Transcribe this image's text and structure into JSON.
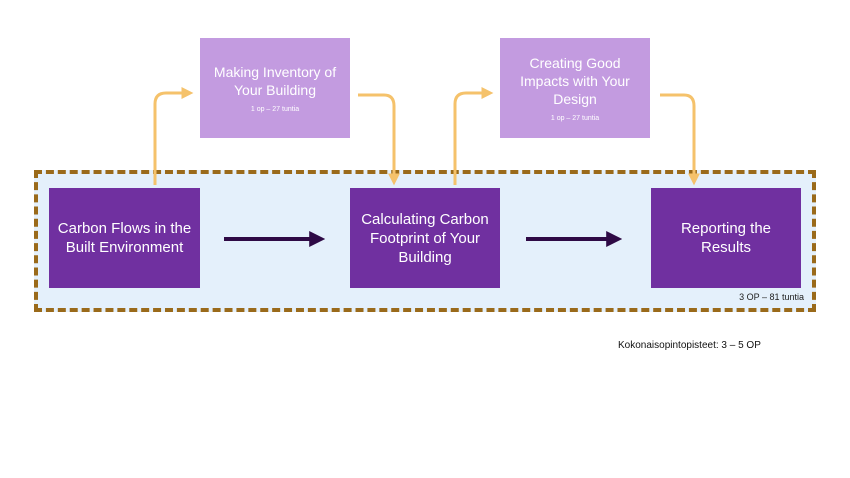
{
  "core_steps": [
    {
      "title": "Carbon Flows in the Built Environment"
    },
    {
      "title": "Calculating Carbon Footprint of Your Building"
    },
    {
      "title": "Reporting the Results"
    }
  ],
  "optional_steps": [
    {
      "title": "Making Inventory of Your Building",
      "credits": "1 op – 27 tuntia"
    },
    {
      "title": "Creating Good Impacts with Your Design",
      "credits": "1 op – 27 tuntia"
    }
  ],
  "core_credits": "3 OP – 81 tuntia",
  "total_credits": "Kokonaisopintopisteet: 3 – 5 OP",
  "colors": {
    "core_box": "#7030a0",
    "optional_box": "#c39be0",
    "region_fill": "#e4f0fb",
    "region_border": "#9a6a1a",
    "flow_arrow": "#2e0a45",
    "branch_arrow": "#f5c26b"
  }
}
